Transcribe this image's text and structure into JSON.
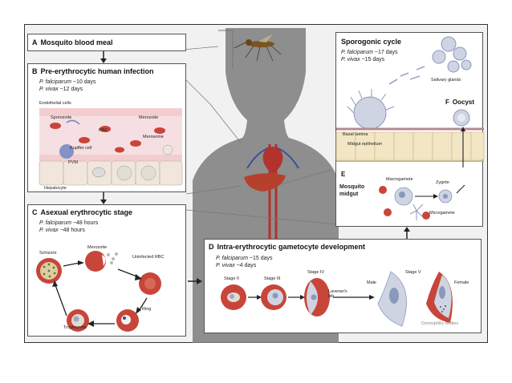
{
  "panels": {
    "a": {
      "letter": "A",
      "title": "Mosquito blood meal"
    },
    "b": {
      "letter": "B",
      "title": "Pre-erythrocytic human infection",
      "species": [
        {
          "name": "P. falciparum",
          "duration": "~10 days"
        },
        {
          "name": "P. vivax",
          "duration": "~12 days"
        }
      ],
      "labels": {
        "endothelial": "Endothelial cells",
        "sporozoite": "Sporozoite",
        "rbc": "RBC",
        "merozoite": "Merozoite",
        "merosome": "Merosome",
        "kupffer": "Kupffer cell",
        "pvm": "PVM",
        "hepatocyte": "Hepatocyte"
      }
    },
    "c": {
      "letter": "C",
      "title": "Asexual erythrocytic stage",
      "species": [
        {
          "name": "P. falciparum",
          "duration": "~48 hours"
        },
        {
          "name": "P. vivax",
          "duration": "~48 hours"
        }
      ],
      "labels": {
        "schizont": "Schizont",
        "merozoite": "Merozoite",
        "uninfected_rbc": "Uninfected RBC",
        "ring": "Ring",
        "trophozoite": "Trophozoite"
      }
    },
    "d": {
      "letter": "D",
      "title": "Intra-erythrocytic gametocyte development",
      "species": [
        {
          "name": "P. falciparum",
          "duration": "~15 days"
        },
        {
          "name": "P. vivax",
          "duration": "~4 days"
        }
      ],
      "labels": {
        "stage2": "Stage II",
        "stage3": "Stage III",
        "stage4": "Stage IV",
        "laverans": "Laveran's bib",
        "stage5": "Stage V",
        "male": "Male",
        "female": "Female",
        "osmiophilic": "Osmiophilic bodies"
      }
    },
    "sporogonic": {
      "title": "Sporogonic cycle",
      "species": [
        {
          "name": "P. falciparum",
          "duration": "~17 days"
        },
        {
          "name": "P. vivax",
          "duration": "~15 days"
        }
      ],
      "labels": {
        "salivary": "Salivary glands",
        "oocyst_letter": "F",
        "oocyst": "Oocyst",
        "basal_lamina": "Basal lamina",
        "midgut_epithelium": "Midgut epithelium",
        "e_letter": "E",
        "mosquito_midgut": "Mosquito midgut",
        "macrogamete": "Macrogamete",
        "zygote": "Zygote",
        "microgamete": "Microgamete"
      }
    }
  },
  "colors": {
    "rbc": "#c8453a",
    "rbc_light": "#e07a6c",
    "parasite": "#9aa8c8",
    "silhouette": "#7d7d7d",
    "arrow": "#222222",
    "heart": "#b3322c",
    "liver": "#b5402e"
  }
}
